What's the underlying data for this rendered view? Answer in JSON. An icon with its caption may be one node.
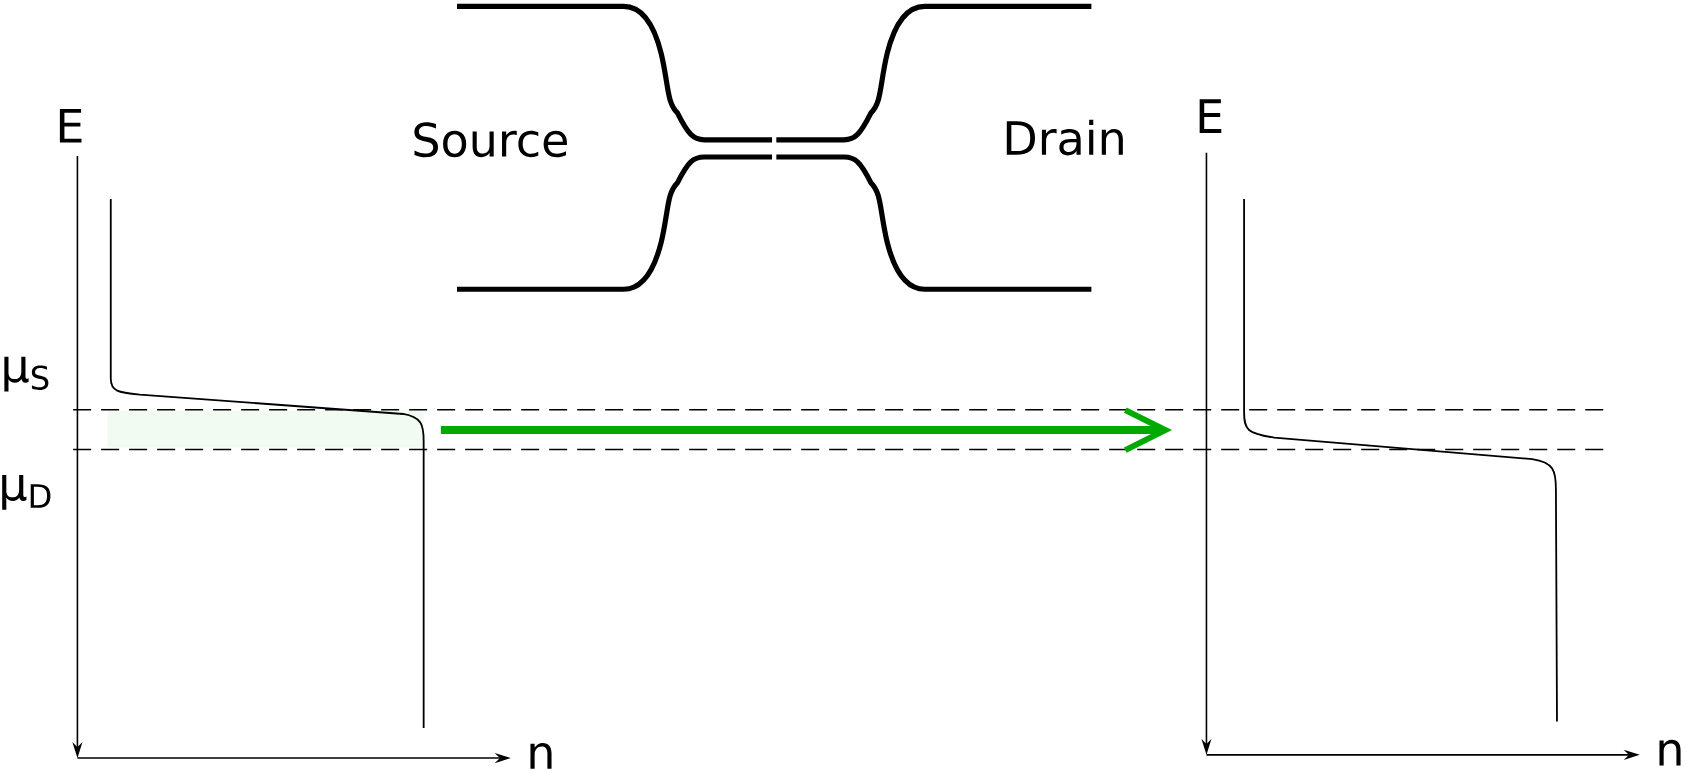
{
  "diagram": {
    "labels": [
      "E",
      "Source",
      "Drain",
      "E",
      "μ$_{S}$",
      "μ$_{D}$",
      "n",
      "n"
    ]
  }
}
